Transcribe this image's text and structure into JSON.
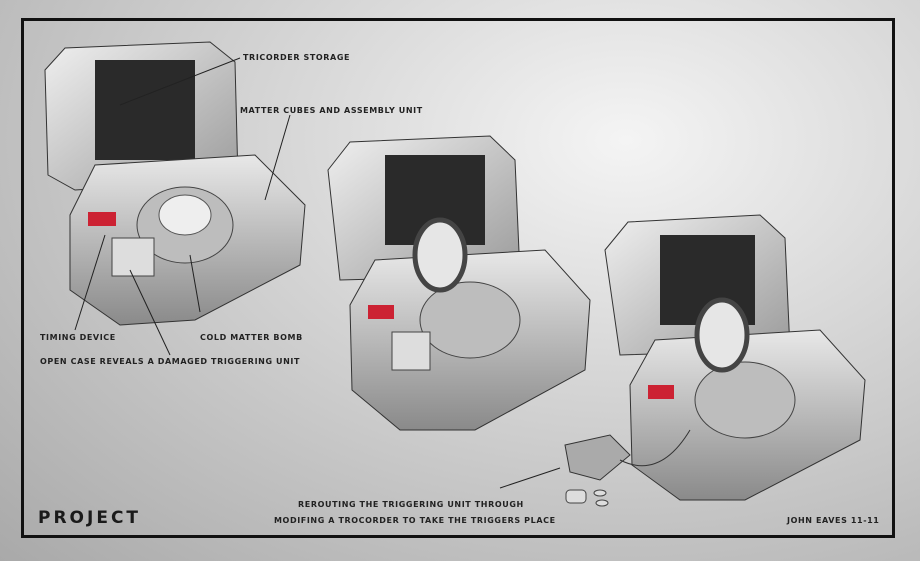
{
  "logo": "PROJECT",
  "labels": {
    "tricorder_storage": "TRICORDER STORAGE",
    "matter_cubes": "MATTER CUBES AND ASSEMBLY UNIT",
    "timing_device": "TIMING DEVICE",
    "cold_matter_bomb": "COLD MATTER BOMB",
    "open_case": "OPEN CASE REVEALS A DAMAGED TRIGGERING UNIT",
    "rerouting_1": "REROUTING THE TRIGGERING UNIT THROUGH",
    "rerouting_2": "MODIFING A TROCORDER TO TAKE THE TRIGGERS PLACE"
  },
  "signature": "JOHN EAVES 11-11"
}
